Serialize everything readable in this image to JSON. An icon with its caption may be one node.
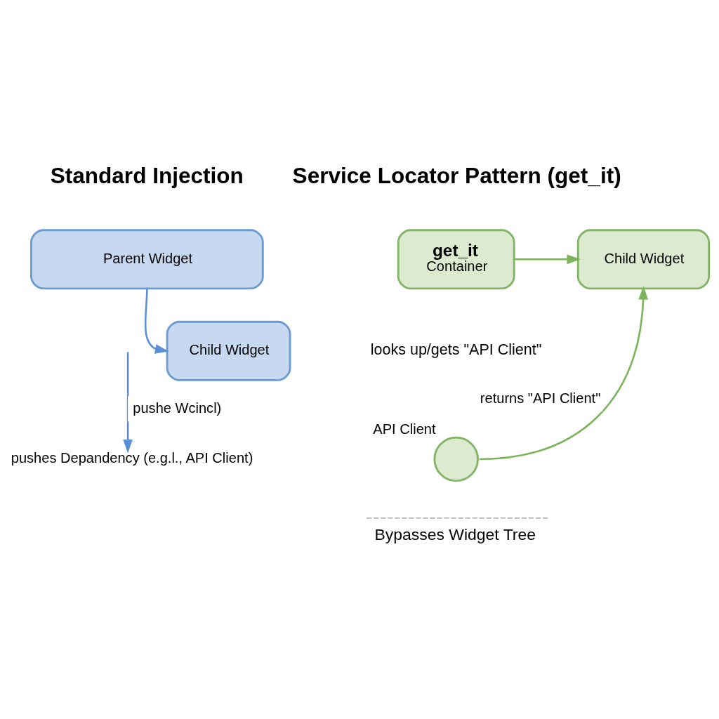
{
  "diagram": {
    "nodes": [
      {
        "text": [
          "Parent Widget"
        ]
      },
      {
        "text": [
          "Child Widget"
        ]
      },
      {
        "text": [
          "pushes Depandency (e.g.l., API Client)"
        ]
      },
      {
        "text": [
          "get_it",
          "Container"
        ]
      },
      {
        "text": [
          "Child Widget"
        ]
      },
      {
        "text": [],
        "shape": "circle",
        "beside": [
          "API Client"
        ]
      }
    ],
    "edges": [
      {
        "from": 0,
        "to": 1,
        "arrow": "to",
        "color": "#5b8fd6"
      },
      {
        "from": null,
        "to": 2,
        "arrow": "to",
        "label": "pushe Wcincl)",
        "color": "#5b8fd6"
      },
      {
        "from": 3,
        "to": 4,
        "arrow": "to",
        "color": "#7cb35b"
      },
      {
        "from": 5,
        "to": 4,
        "arrow": "to",
        "label": "returns \"API Client\"",
        "color": "#7cb35b"
      }
    ],
    "labels": [
      "Standard Injection",
      "Service Locator Pattern (get_it)",
      "looks up/gets \"API Client\"",
      "Bypasses Widget Tree"
    ]
  }
}
